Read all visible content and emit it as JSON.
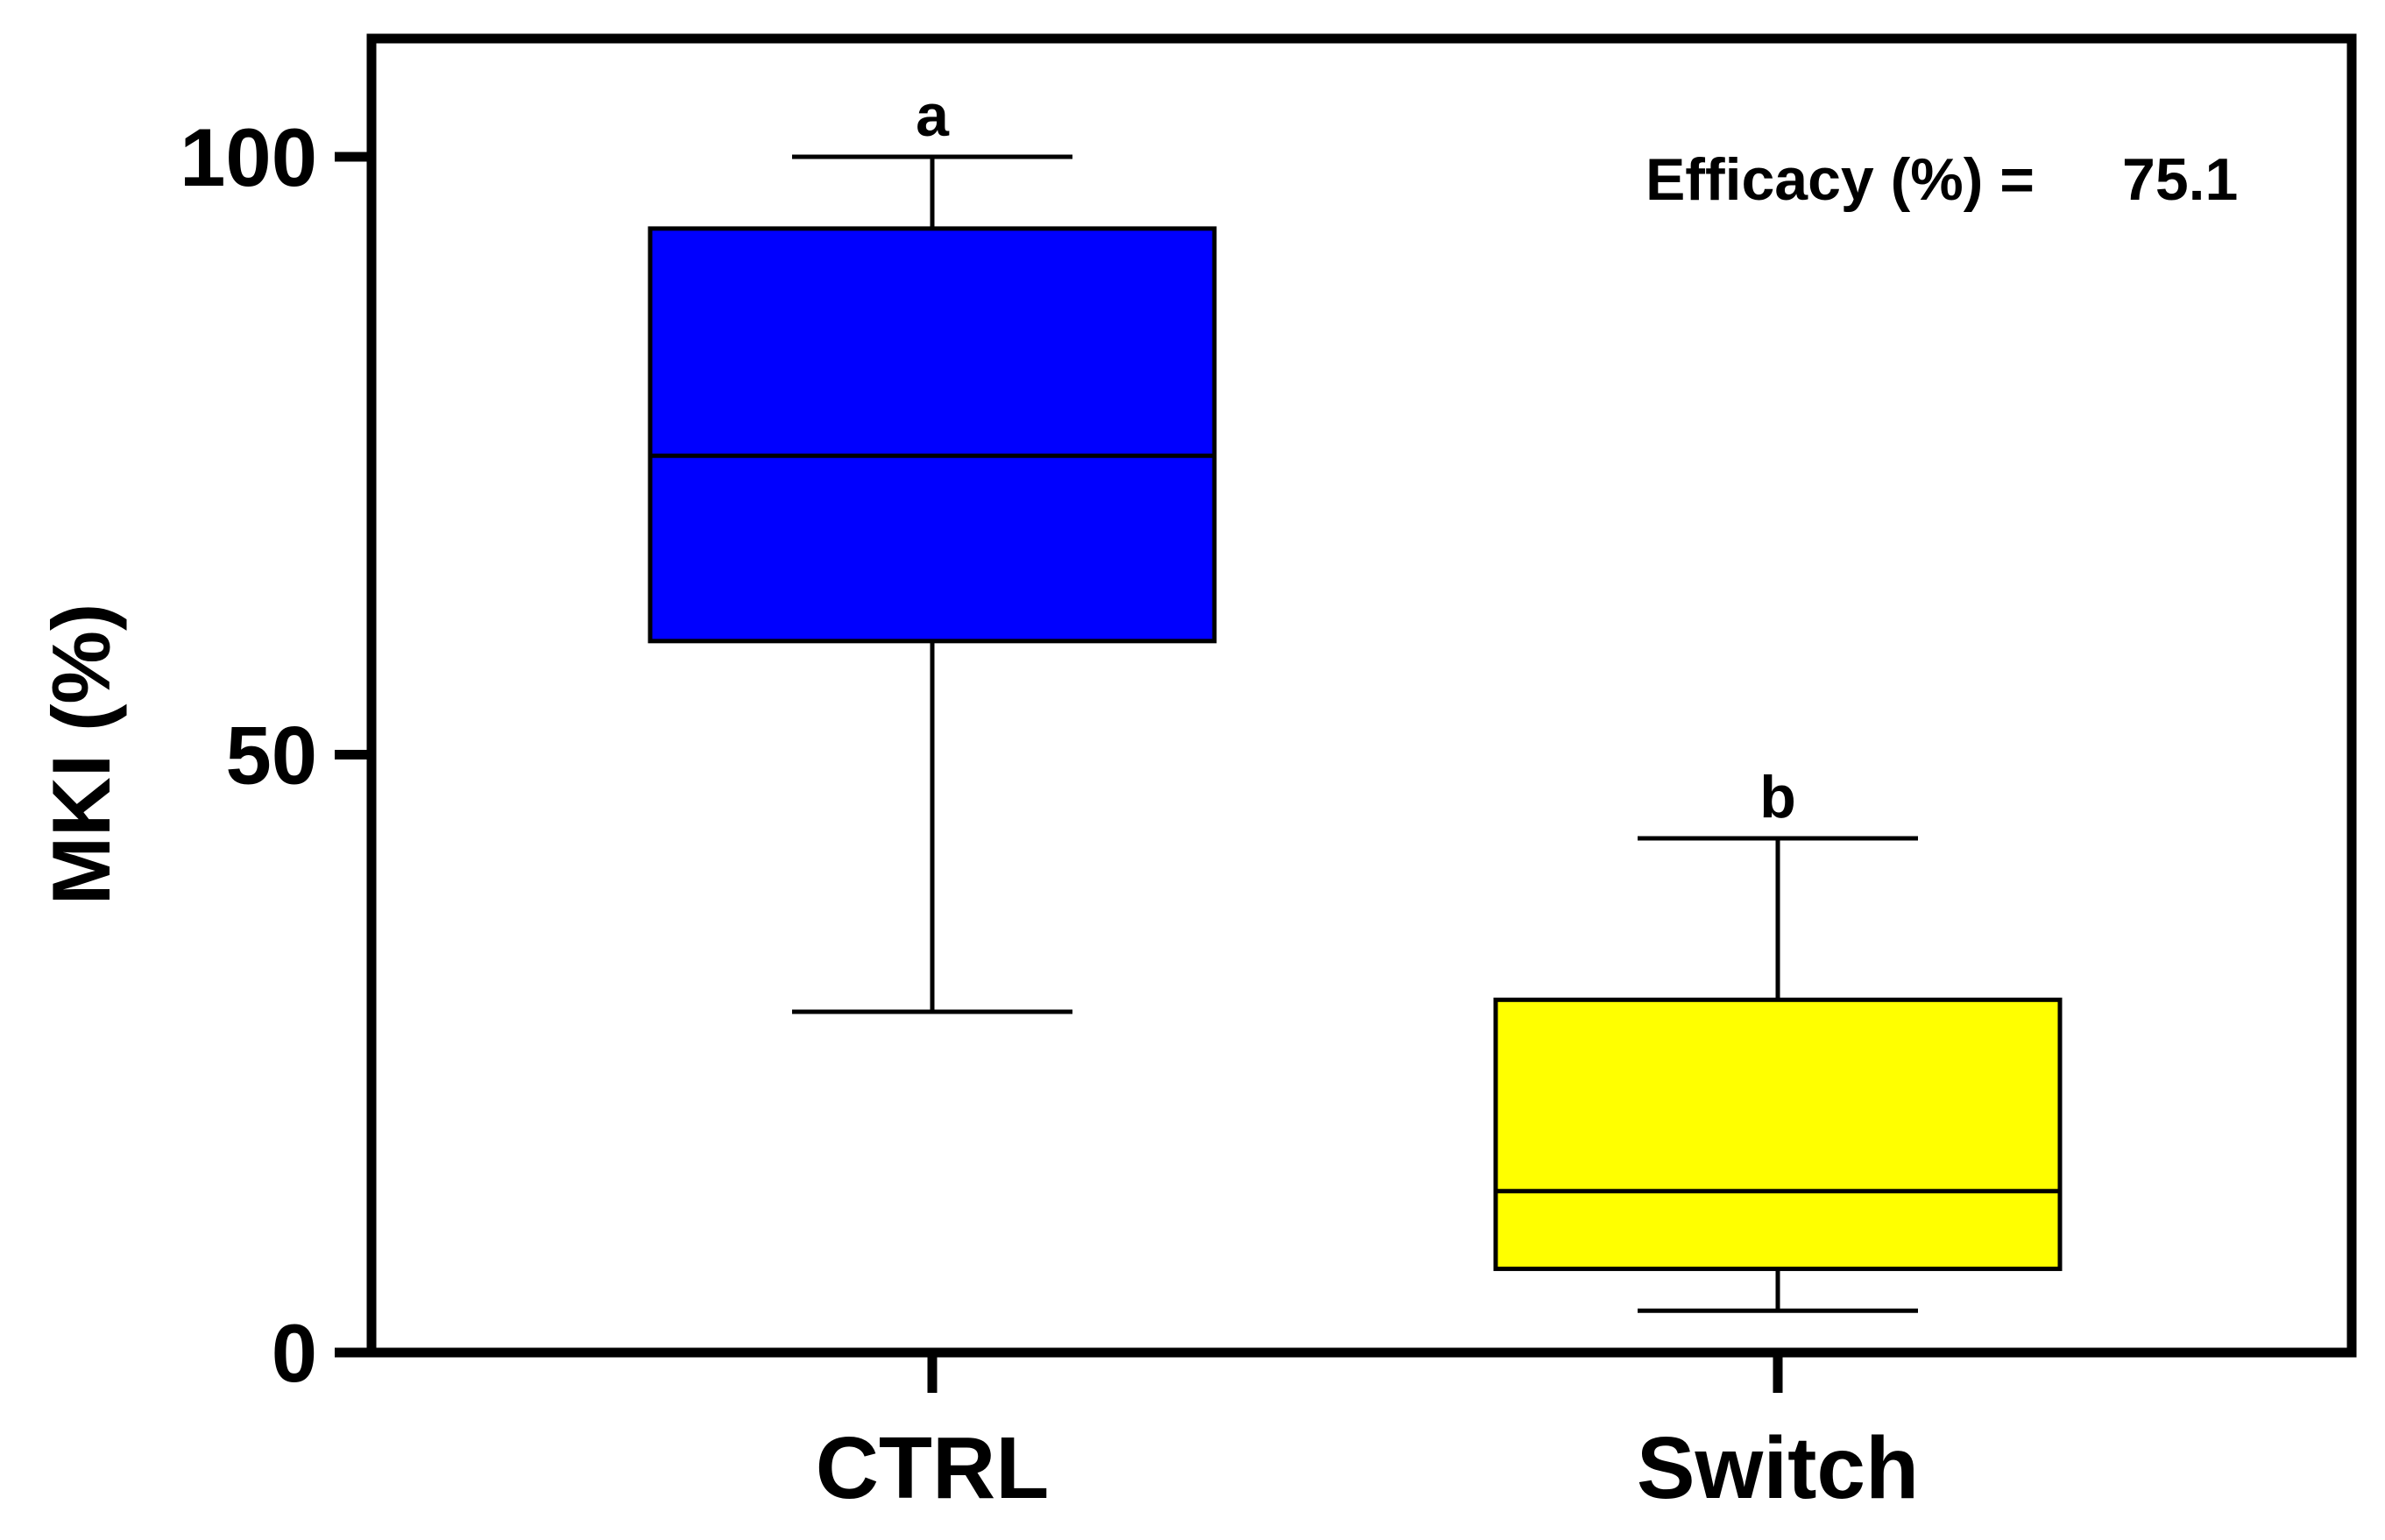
{
  "chart_data": {
    "type": "box",
    "title": "",
    "xlabel": "",
    "ylabel": "MKI (%)",
    "ylim": [
      0,
      110
    ],
    "yticks": [
      "0",
      "50",
      "100"
    ],
    "grid": false,
    "legend": "none",
    "annotation": {
      "label": "Efficacy (%) =",
      "value": "75.1",
      "position": "top-right"
    },
    "categories": [
      "CTRL",
      "Switch"
    ],
    "boxes": [
      {
        "category": "CTRL",
        "min": 28.5,
        "q1": 59.5,
        "median": 75.0,
        "q3": 94.0,
        "max": 100.0,
        "letter": "a",
        "color": "#0000ff"
      },
      {
        "category": "Switch",
        "min": 3.5,
        "q1": 7.0,
        "median": 13.5,
        "q3": 29.5,
        "max": 43.0,
        "letter": "b",
        "color": "#ffff00"
      }
    ]
  }
}
